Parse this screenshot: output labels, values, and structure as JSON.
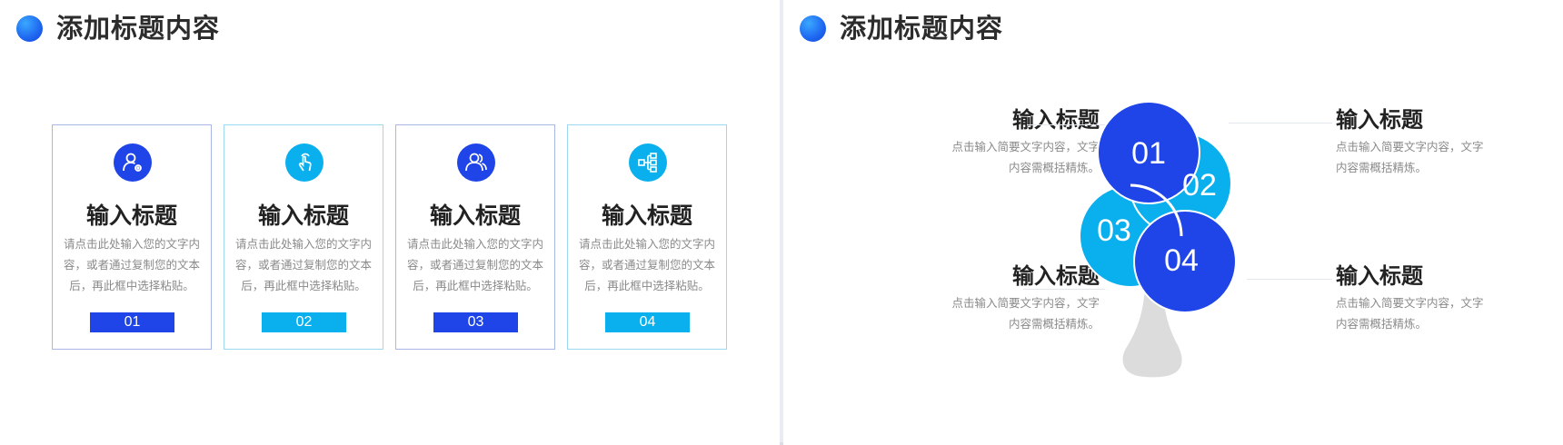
{
  "left_slide": {
    "title": "添加标题内容",
    "cards": [
      {
        "title": "输入标题",
        "body": "请点击此处输入您的文字内容，或者通过复制您的文本后，再此框中选择粘贴。",
        "number": "01",
        "icon": "user-settings-icon",
        "color": "#1f45e8"
      },
      {
        "title": "输入标题",
        "body": "请点击此处输入您的文字内容，或者通过复制您的文本后，再此框中选择粘贴。",
        "number": "02",
        "icon": "touch-hand-icon",
        "color": "#0ab0ee"
      },
      {
        "title": "输入标题",
        "body": "请点击此处输入您的文字内容，或者通过复制您的文本后，再此框中选择粘贴。",
        "number": "03",
        "icon": "users-icon",
        "color": "#1f45e8"
      },
      {
        "title": "输入标题",
        "body": "请点击此处输入您的文字内容，或者通过复制您的文本后，再此框中选择粘贴。",
        "number": "04",
        "icon": "flowchart-icon",
        "color": "#0ab0ee"
      }
    ]
  },
  "right_slide": {
    "title": "添加标题内容",
    "items": [
      {
        "title": "输入标题",
        "body_line1": "点击输入简要文字内容，文字",
        "body_line2": "内容需概括精炼。"
      },
      {
        "title": "输入标题",
        "body_line1": "点击输入简要文字内容，文字",
        "body_line2": "内容需概括精炼。"
      },
      {
        "title": "输入标题",
        "body_line1": "点击输入简要文字内容，文字",
        "body_line2": "内容需概括精炼。"
      },
      {
        "title": "输入标题",
        "body_line1": "点击输入简要文字内容，文字",
        "body_line2": "内容需概括精炼。"
      }
    ],
    "tree_labels": [
      "01",
      "02",
      "03",
      "04"
    ],
    "colors": {
      "dark_blue": "#1f45e8",
      "light_blue": "#0ab0ee",
      "trunk": "#dcdcdc"
    }
  }
}
